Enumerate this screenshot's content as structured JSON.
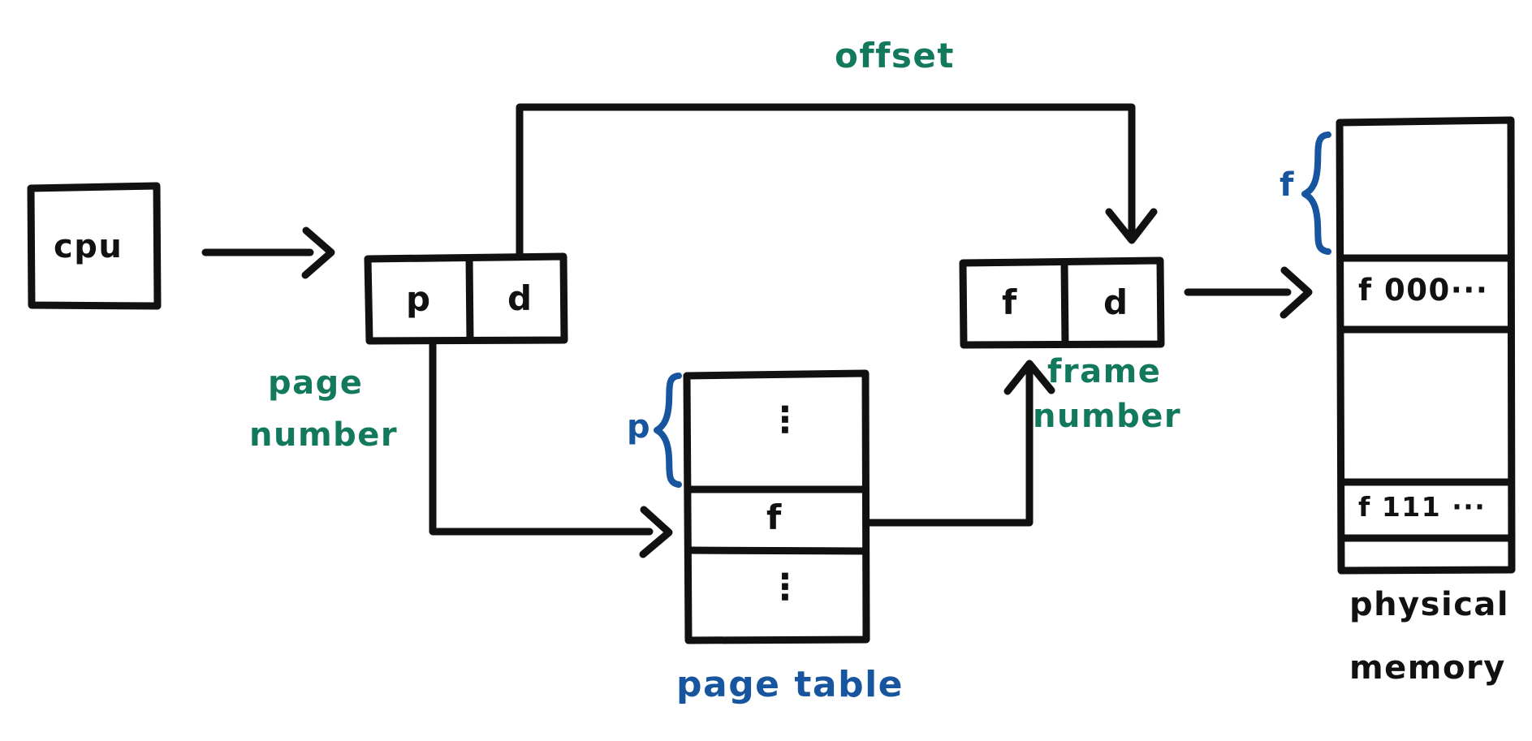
{
  "diagram": {
    "title": "Paging address translation (CPU to physical memory)",
    "colors": {
      "ink": "#111111",
      "green": "#12795c",
      "blue": "#17559e",
      "background": "#ffffff"
    }
  },
  "cpu": {
    "label": "cpu"
  },
  "logical_address": {
    "page_field": "p",
    "offset_field": "d"
  },
  "physical_address": {
    "frame_field": "f",
    "offset_field": "d"
  },
  "page_table": {
    "caption": "page table",
    "brace_label": "p",
    "rows": [
      {
        "value": "⋮"
      },
      {
        "value": "f"
      },
      {
        "value": "⋮"
      }
    ]
  },
  "physical_memory": {
    "caption_line1": "physical",
    "caption_line2": "memory",
    "brace_label": "f",
    "rows": [
      {
        "value": ""
      },
      {
        "value": "f 000···"
      },
      {
        "value": ""
      },
      {
        "value": "f 111 ···"
      },
      {
        "value": ""
      }
    ]
  },
  "annotations": {
    "offset": "offset",
    "page_number_line1": "page",
    "page_number_line2": "number",
    "frame_number_line1": "frame",
    "frame_number_line2": "number"
  }
}
